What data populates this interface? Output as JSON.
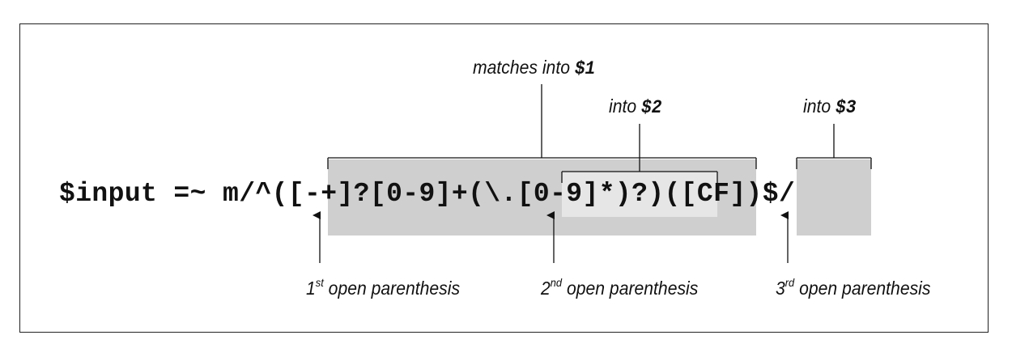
{
  "code_line": "$input =~ m/^([-+]?[0-9]+(\\.[0-9]*)?)([CF])$/",
  "labels": {
    "group1": {
      "text": "matches into ",
      "reg": "$1"
    },
    "group2": {
      "text": "into ",
      "reg": "$2"
    },
    "group3": {
      "text": "into ",
      "reg": "$3"
    }
  },
  "open_parens": [
    {
      "num": "1",
      "sup": "st",
      "text": " open parenthesis"
    },
    {
      "num": "2",
      "sup": "nd",
      "text": " open parenthesis"
    },
    {
      "num": "3",
      "sup": "rd",
      "text": " open parenthesis"
    }
  ],
  "colors": {
    "group_shade": "#cfcfcf",
    "nested_shade": "#e6e6e6",
    "ink": "#111111"
  }
}
